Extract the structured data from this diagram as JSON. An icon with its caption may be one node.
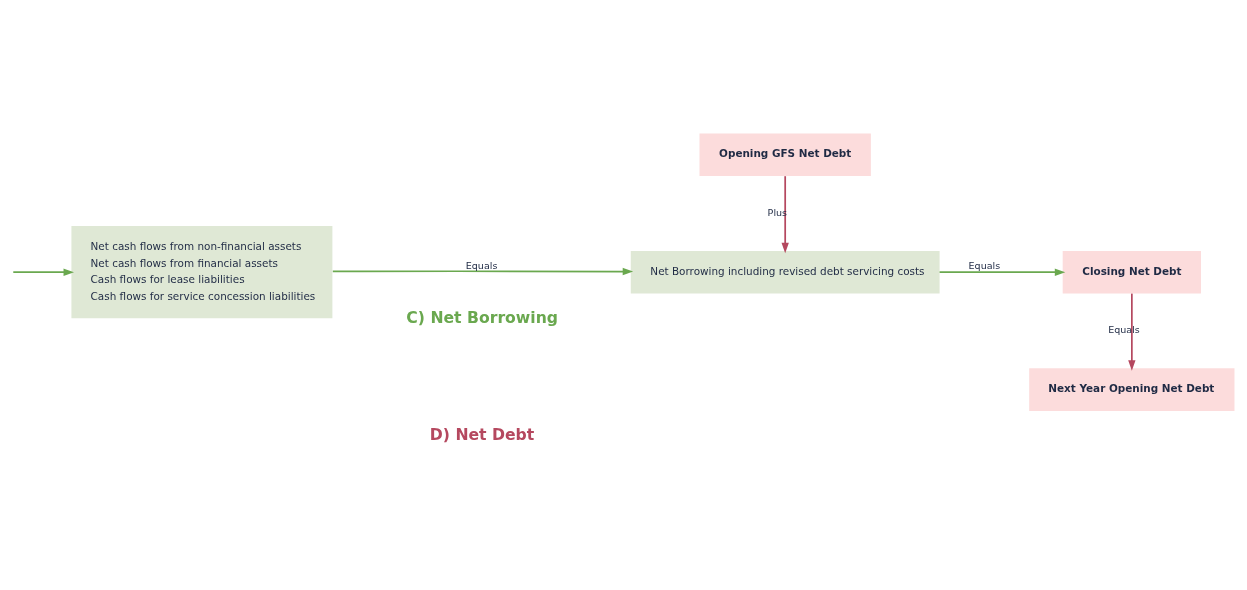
{
  "diagram": {
    "nodes": [
      {
        "text": [
          "Net cash flows from non-financial assets",
          "Net cash flows from financial assets",
          "Cash flows for lease liabilities",
          "Cash flows for service concession liabilities"
        ]
      },
      {
        "text": [
          "Net Borrowing including revised debt servicing costs"
        ]
      },
      {
        "text": [
          "Opening GFS Net Debt"
        ]
      },
      {
        "text": [
          "Closing Net Debt"
        ]
      },
      {
        "text": [
          "Next Year Opening Net Debt"
        ]
      }
    ],
    "edges": [
      {
        "from": null,
        "to": 0,
        "arrow": "to"
      },
      {
        "from": 0,
        "to": 1,
        "arrow": "to",
        "label": "Equals"
      },
      {
        "from": 2,
        "to": 1,
        "arrow": "to",
        "label": "Plus",
        "color": "#b5485f"
      },
      {
        "from": 1,
        "to": 3,
        "arrow": "to",
        "label": "Equals"
      },
      {
        "from": 3,
        "to": 4,
        "arrow": "to",
        "label": "Equals",
        "color": "#b5485f"
      }
    ],
    "labels": [
      "C) Net Borrowing",
      "D) Net Debt"
    ]
  }
}
